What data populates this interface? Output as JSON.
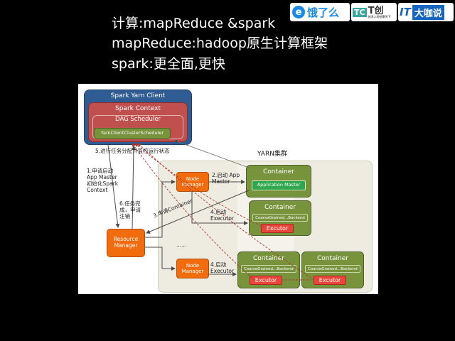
{
  "slide": {
    "lines": [
      "计算:mapReduce &spark",
      "mapReduce:hadoop原生计算框架",
      "spark:更全面,更快"
    ]
  },
  "logos": {
    "logo1_mark": "e",
    "logo1_text": "饿了么",
    "logo2_mark": "TC",
    "logo2_text": "T创",
    "logo2_small": "技术人的创意天下",
    "logo3_mark": "IT",
    "logo3_text": "大咖说"
  },
  "diagram": {
    "client_title": "Spark Yarn Client",
    "spark_context": "Spark Context",
    "dag_scheduler": "DAG Scheduler",
    "cluster_scheduler": "YarnClientClusterScheduler",
    "yarn_label": "YARN集群",
    "resource_manager": "Resource Manager",
    "node_manager_1": "Node Manager",
    "node_manager_2": "Node Manager",
    "container_label": "Container",
    "application_master": "Application Master",
    "coarse_backend": "CoarseGrained...Backend",
    "executor_label": "Excutor",
    "step1": "1.申请启动\nApp Master\n初始化Spark\nContext",
    "step2": "2.启动 App\nMaster",
    "step3": "3.申请Container",
    "step4a": "4.启动\nExecutor",
    "step4b": "4.启动\nExecutor",
    "step5": "5.进行任务分配并监控运行状态",
    "step6": "6.任务完\n成，申请\n注销",
    "ellipsis": "......"
  },
  "colors": {
    "navy": "#2f5c93",
    "red": "#c0504d",
    "green": "#77933c",
    "orange": "#f26c0d",
    "cluster_bg": "#eeece1"
  }
}
